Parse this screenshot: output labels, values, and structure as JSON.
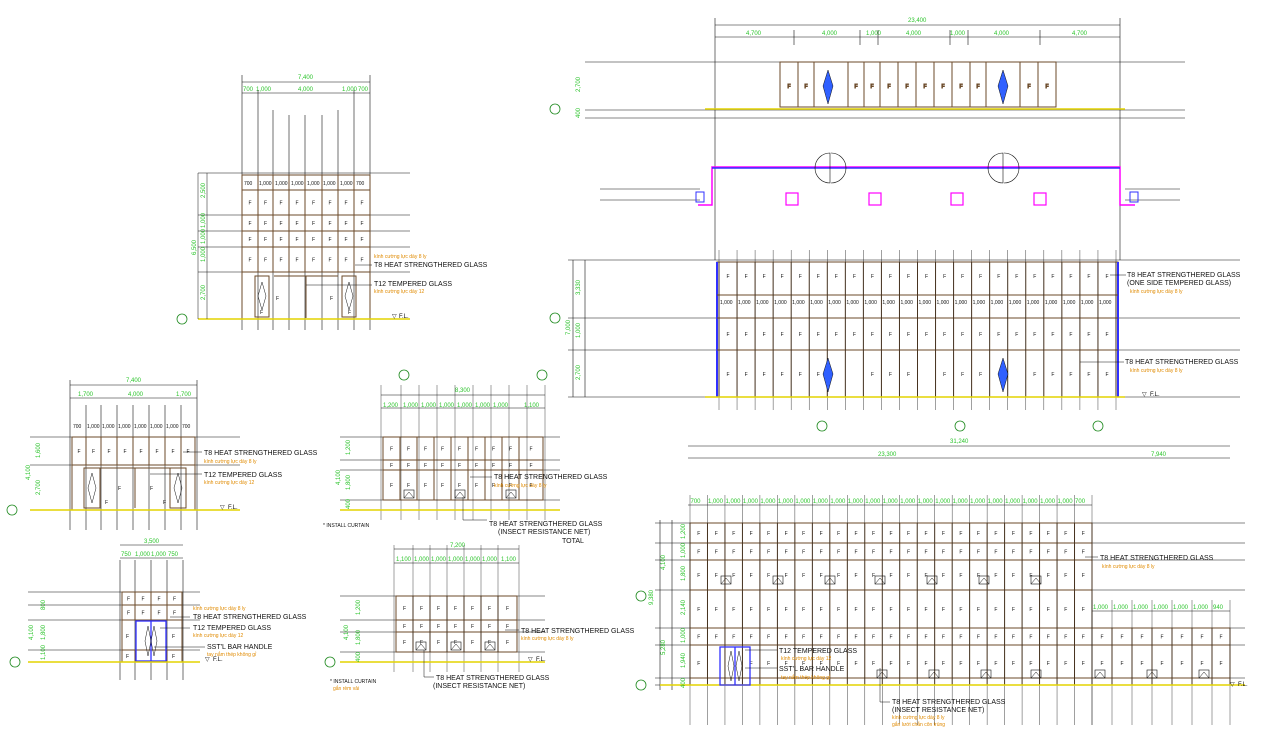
{
  "elevation_top_small": {
    "overall_dim": "7,400",
    "top_dims": [
      "700",
      "1,000",
      "4,000",
      "1,000",
      "700"
    ],
    "cell_dims": [
      "700",
      "1,000",
      "1,000",
      "1,000",
      "1,000",
      "1,000",
      "1,000",
      "700"
    ],
    "left_dims": [
      "2,500",
      "1,000",
      "1,000",
      "1,000",
      "2,700"
    ],
    "left_total": "6,500",
    "labels": {
      "heat_sub": "kính cường lực dày 8 ly",
      "heat": "T8 HEAT STRENGTHERED GLASS",
      "tempered": "T12 TEMPERED GLASS",
      "tempered_sub": "kính cường lực dày 12",
      "fl": "F.L."
    }
  },
  "plan_top_right": {
    "overall_dim": "23,400",
    "dims": [
      "4,700",
      "4,000",
      "1,000",
      "4,000",
      "1,000",
      "4,000",
      "4,700"
    ],
    "left_dims": [
      "2,700",
      "400"
    ]
  },
  "elevation_top_right": {
    "left_dims": [
      "3,330",
      "1,000",
      "2,700"
    ],
    "left_total": "7,000",
    "cell_dims": [
      "1,000",
      "1,000",
      "1,000",
      "1,000",
      "1,000",
      "1,000",
      "1,000",
      "1,000",
      "1,000",
      "1,000",
      "1,000",
      "1,000",
      "1,000",
      "1,000",
      "1,000",
      "1,000",
      "1,000",
      "1,000",
      "1,000",
      "1,000",
      "1,000",
      "1,000"
    ],
    "labels": {
      "heat_one_side": "T8 HEAT STRENGTHERED GLASS",
      "one_side": "(ONE SIDE TEMPERED GLASS)",
      "heat_sub": "kính cường lực dày 8 ly",
      "heat2": "T8 HEAT STRENGTHERED GLASS",
      "heat2_sub": "kính cường lực dày 8 ly",
      "fl": "F.L."
    }
  },
  "elevation_mid_left": {
    "overall_dim": "7,400",
    "top_dims": [
      "1,700",
      "4,000",
      "1,700"
    ],
    "cell_dims": [
      "700",
      "1,000",
      "1,000",
      "1,000",
      "1,000",
      "1,000",
      "1,000",
      "700"
    ],
    "left_dims": [
      "1,600",
      "2,700"
    ],
    "left_total": "4,100",
    "labels": {
      "heat": "T8 HEAT STRENGTHERED GLASS",
      "heat_sub": "kính cường lực dày 8 ly",
      "tempered": "T12 TEMPERED GLASS",
      "tempered_sub": "kính cường lực dày 12",
      "fl": "F.L."
    }
  },
  "elevation_mid_center": {
    "overall_dim": "8,300",
    "cell_dims": [
      "1,200",
      "1,000",
      "1,000",
      "1,000",
      "1,000",
      "1,000",
      "1,000",
      "1,100"
    ],
    "left_dims": [
      "1,200",
      "1,800",
      "400"
    ],
    "left_total": "4,100",
    "labels": {
      "heat": "T8 HEAT STRENGTHERED GLASS",
      "heat_sub": "kính cường lực dày 8 ly",
      "insect": "T8 HEAT STRENGTHERED GLASS",
      "insect_paren": "(INSECT RESISTANCE NET)",
      "total": "TOTAL",
      "install": "* INSTALL CURTAIN"
    }
  },
  "elevation_bottom_left": {
    "overall_dim": "3,500",
    "cell_dims": [
      "750",
      "1,000",
      "1,000",
      "750"
    ],
    "left_dims": [
      "800",
      "1,800",
      "1,100"
    ],
    "left_total": "4,100",
    "labels": {
      "heat_sub": "kính cường lực dày 8 ly",
      "heat": "T8 HEAT STRENGTHERED GLASS",
      "tempered": "T12 TEMPERED GLASS",
      "tempered_sub": "kính cường lực dày 12",
      "handle": "SST'L BAR HANDLE",
      "handle_sub": "tay nắm thép không gỉ",
      "fl": "F.L."
    }
  },
  "elevation_bottom_center": {
    "overall_dim": "7,200",
    "cell_dims": [
      "1,100",
      "1,000",
      "1,000",
      "1,000",
      "1,000",
      "1,000",
      "1,100"
    ],
    "left_dims": [
      "1,200",
      "1,800",
      "400"
    ],
    "left_total": "4,100",
    "labels": {
      "heat": "T8 HEAT STRENGTHERED GLASS",
      "heat_sub": "kính cường lực dày 8 ly",
      "insect": "T8 HEAT STRENGTHERED GLASS",
      "insect_paren": "(INSECT RESISTANCE NET)",
      "install": "* INSTALL CURTAIN",
      "install_sub": "gắn rèm vải",
      "fl": "F.L."
    }
  },
  "elevation_bottom_right": {
    "overall_dim": "31,240",
    "top_dims": [
      "23,300",
      "7,940"
    ],
    "cell_dims": [
      "700",
      "1,000",
      "1,000",
      "1,000",
      "1,000",
      "1,000",
      "1,000",
      "1,000",
      "1,000",
      "1,000",
      "1,000",
      "1,000",
      "1,000",
      "1,000",
      "1,000",
      "1,000",
      "1,000",
      "1,000",
      "1,000",
      "1,000",
      "1,000",
      "1,000",
      "700"
    ],
    "right_cell_dims": [
      "1,000",
      "1,000",
      "1,000",
      "1,000",
      "1,000",
      "1,000",
      "940"
    ],
    "left_dims": [
      "1,200",
      "1,000",
      "1,800",
      "2,140",
      "1,000",
      "1,940",
      "400"
    ],
    "left_totals": [
      "4,100",
      "5,280",
      "9,380"
    ],
    "labels": {
      "heat": "T8 HEAT STRENGTHERED GLASS",
      "heat_sub": "kính cường lực dày 8 ly",
      "tempered": "T12 TEMPERED GLASS",
      "tempered_sub": "kính cường lực dày 12",
      "handle": "SST'L BAR HANDLE",
      "handle_sub": "tay nắm thép không gỉ",
      "insect": "T8 HEAT STRENGTHERED GLASS",
      "insect_paren": "(INSECT RESISTANCE NET)",
      "insect_sub1": "kính cường lực dày 8 ly",
      "insect_sub2": "gắn lưới chắn côn trùng",
      "fl": "F.L."
    }
  },
  "panel_marker": "F",
  "colors": {
    "dimension": "#2bc42b",
    "frame": "#6b4a2a",
    "floor": "#e3d400",
    "annotation_sub": "#e08a00",
    "plan_wall": "#ff00ff",
    "plan_line": "#3030ff"
  }
}
